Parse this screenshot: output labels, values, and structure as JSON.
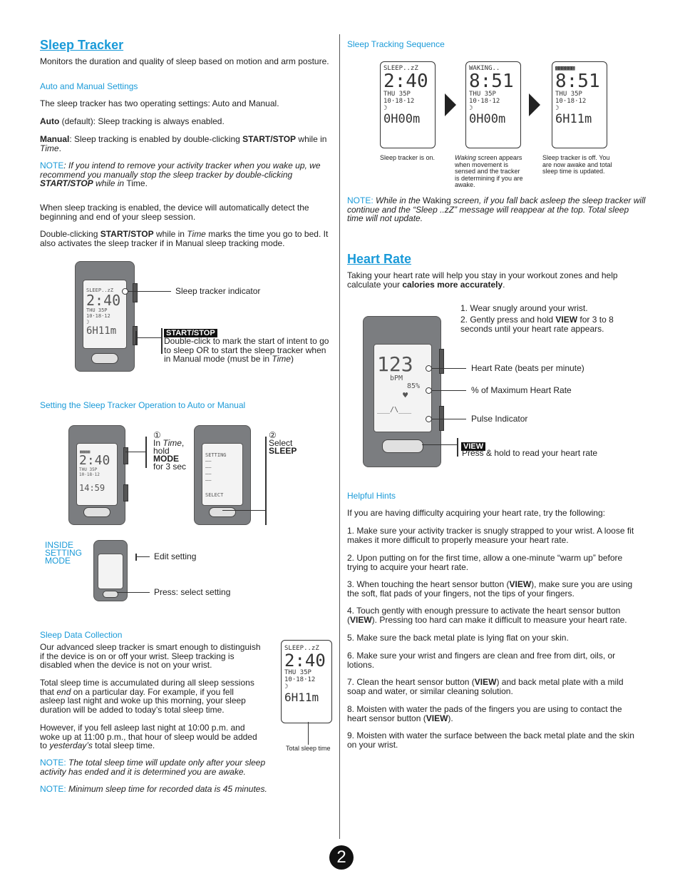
{
  "sleep": {
    "title": "Sleep Tracker",
    "intro": "Monitors the duration and quality of sleep based on motion and arm posture.",
    "auto_manual_heading": "Auto and Manual Settings",
    "two_settings": "The sleep tracker has two operating settings: Auto and Manual.",
    "auto_label": "Auto",
    "auto_text": " (default): Sleep tracking is always enabled.",
    "manual_label": "Manual",
    "manual_text_1": ": Sleep tracking is enabled by double-clicking ",
    "manual_btn": "START/STOP",
    "manual_text_2": " while in ",
    "manual_time": "Time",
    "manual_text_3": ".",
    "note1_label": "NOTE",
    "note1_a": ": If you intend to remove your activity tracker when you wake up, we recommend you manually stop the sleep tracker by double-clicking ",
    "note1_btn": "START/STOP",
    "note1_b": " while in ",
    "note1_time": "Time.",
    "enabled_text": "When sleep tracking is enabled, the device will automatically detect the beginning and end of your sleep session.",
    "double_a": "Double-clicking ",
    "double_btn": "START/STOP",
    "double_b": " while in ",
    "double_time": "Time",
    "double_c": " marks the time you go to bed. It also activates the sleep tracker if in Manual sleep tracking mode.",
    "indicator_label": "Sleep tracker indicator",
    "startstop_badge": "START/STOP",
    "startstop_desc_a": "Double-click to mark the start of intent to go to sleep OR to start the sleep tracker when in Manual mode (must be in ",
    "startstop_desc_time": "Time",
    "startstop_desc_b": ")",
    "setting_heading": "Setting the Sleep Tracker Operation to Auto or Manual",
    "step1_num": "①",
    "step1_a": "In ",
    "step1_time": "Time",
    "step1_b": ", hold",
    "step1_mode": "MODE",
    "step1_c": "for 3 sec",
    "step2_num": "②",
    "step2_a": "Select",
    "step2_sleep": "SLEEP",
    "inside_label": "INSIDE SETTING MODE",
    "edit_setting": "Edit setting",
    "press_select": "Press: select setting",
    "data_heading": "Sleep Data Collection",
    "data_p1": "Our advanced sleep tracker is smart enough to distinguish if the device is on or off your wrist. Sleep tracking is disabled when the device is not on your wrist.",
    "data_p2_a": "Total sleep time is accumulated during all sleep sessions that ",
    "data_p2_end": "end",
    "data_p2_b": " on a particular day. For example, if you fell asleep last night and woke up this morning, your sleep duration will be added to today’s total sleep time.",
    "data_p3_a": "However, if you fell asleep last night at 10:00 p.m. and woke up at 11:00 p.m., that hour of sleep would be added to ",
    "data_p3_yest": "yesterday’s",
    "data_p3_b": " total sleep time.",
    "note2_label": "NOTE:",
    "note2_text": " The total sleep time will update only after your sleep activity has ended and it is determined you are awake.",
    "note3_label": "NOTE:",
    "note3_text": " Minimum sleep time for recorded data is 45 minutes.",
    "total_sleep_caption": "Total sleep time"
  },
  "screens": {
    "sleep_tag": "SLEEP..zZ",
    "time_240": "2:40",
    "day_thu": "THU",
    "num_35p": "35P",
    "date": "10·18·12",
    "moon": "☽",
    "dur_0": "0H00m",
    "dur_6": "6H11m",
    "waking_tag": "WAKING..",
    "time_851": "8:51",
    "setting_tag": "SETTING",
    "select_tag": "SELECT",
    "time_1459": "14:59"
  },
  "sequence": {
    "heading": "Sleep Tracking Sequence",
    "cap1": "Sleep tracker is on.",
    "cap2_waking": "Waking",
    "cap2_rest": " screen appears when movement is sensed and the tracker is determining if you are awake.",
    "cap3": "Sleep tracker is off. You are now awake and total sleep time is updated.",
    "note_label": "NOTE:",
    "note_a": " While in the ",
    "note_waking": "Waking",
    "note_b": " screen, if you fall back asleep the sleep tracker will continue and the “Sleep ..zZ” message will reappear at the top. Total sleep time will not update."
  },
  "heart": {
    "title": "Heart Rate",
    "intro_a": "Taking your heart rate will help you stay in your workout zones and help calculate your ",
    "intro_b": "calories more accurately",
    "intro_c": ".",
    "step1": "1.  Wear snugly around your wrist.",
    "step2_a": "2.  Gently press and hold ",
    "step2_view": "VIEW",
    "step2_b": " for 3 to 8 seconds until your heart rate appears.",
    "hr_value": "123",
    "bpm": "bPM",
    "pct": "85%",
    "heart_glyph": "♥",
    "label_bpm": "Heart Rate (beats per minute)",
    "label_pct": "% of Maximum Heart Rate",
    "label_pulse": "Pulse Indicator",
    "view_badge": "VIEW",
    "view_desc": "Press & hold to read your heart rate",
    "hints_heading": "Helpful Hints",
    "hints_intro": "If you are having difficulty acquiring your heart rate, try the following:",
    "hint1": "1. Make sure your activity tracker is snugly strapped to your wrist. A loose fit makes it more difficult to properly measure your heart rate.",
    "hint2": "2. Upon putting on for the first time, allow a one-minute “warm up” before trying to acquire your heart rate.",
    "hint3_a": "3. When touching the heart sensor button (",
    "hint3_view": "VIEW",
    "hint3_b": "), make sure you are using the soft, flat pads of your fingers, not the tips of your fingers.",
    "hint4_a": "4. Touch gently with enough pressure to activate the heart sensor button (",
    "hint4_view": "VIEW",
    "hint4_b": "). Pressing too hard can make it difficult to measure your heart rate.",
    "hint5": "5. Make sure the back metal plate is lying flat on your skin.",
    "hint6": "6. Make sure your wrist and fingers are clean and free from dirt, oils, or lotions.",
    "hint7_a": "7. Clean the heart sensor button (",
    "hint7_view": "VIEW",
    "hint7_b": ") and back metal plate with a mild soap and water, or similar cleaning solution.",
    "hint8_a": "8. Moisten with water the pads of the fingers you are using to contact the heart sensor button (",
    "hint8_view": "VIEW",
    "hint8_b": ").",
    "hint9": "9. Moisten with water the surface between the back metal plate and the skin on your wrist."
  },
  "page_number": "2"
}
